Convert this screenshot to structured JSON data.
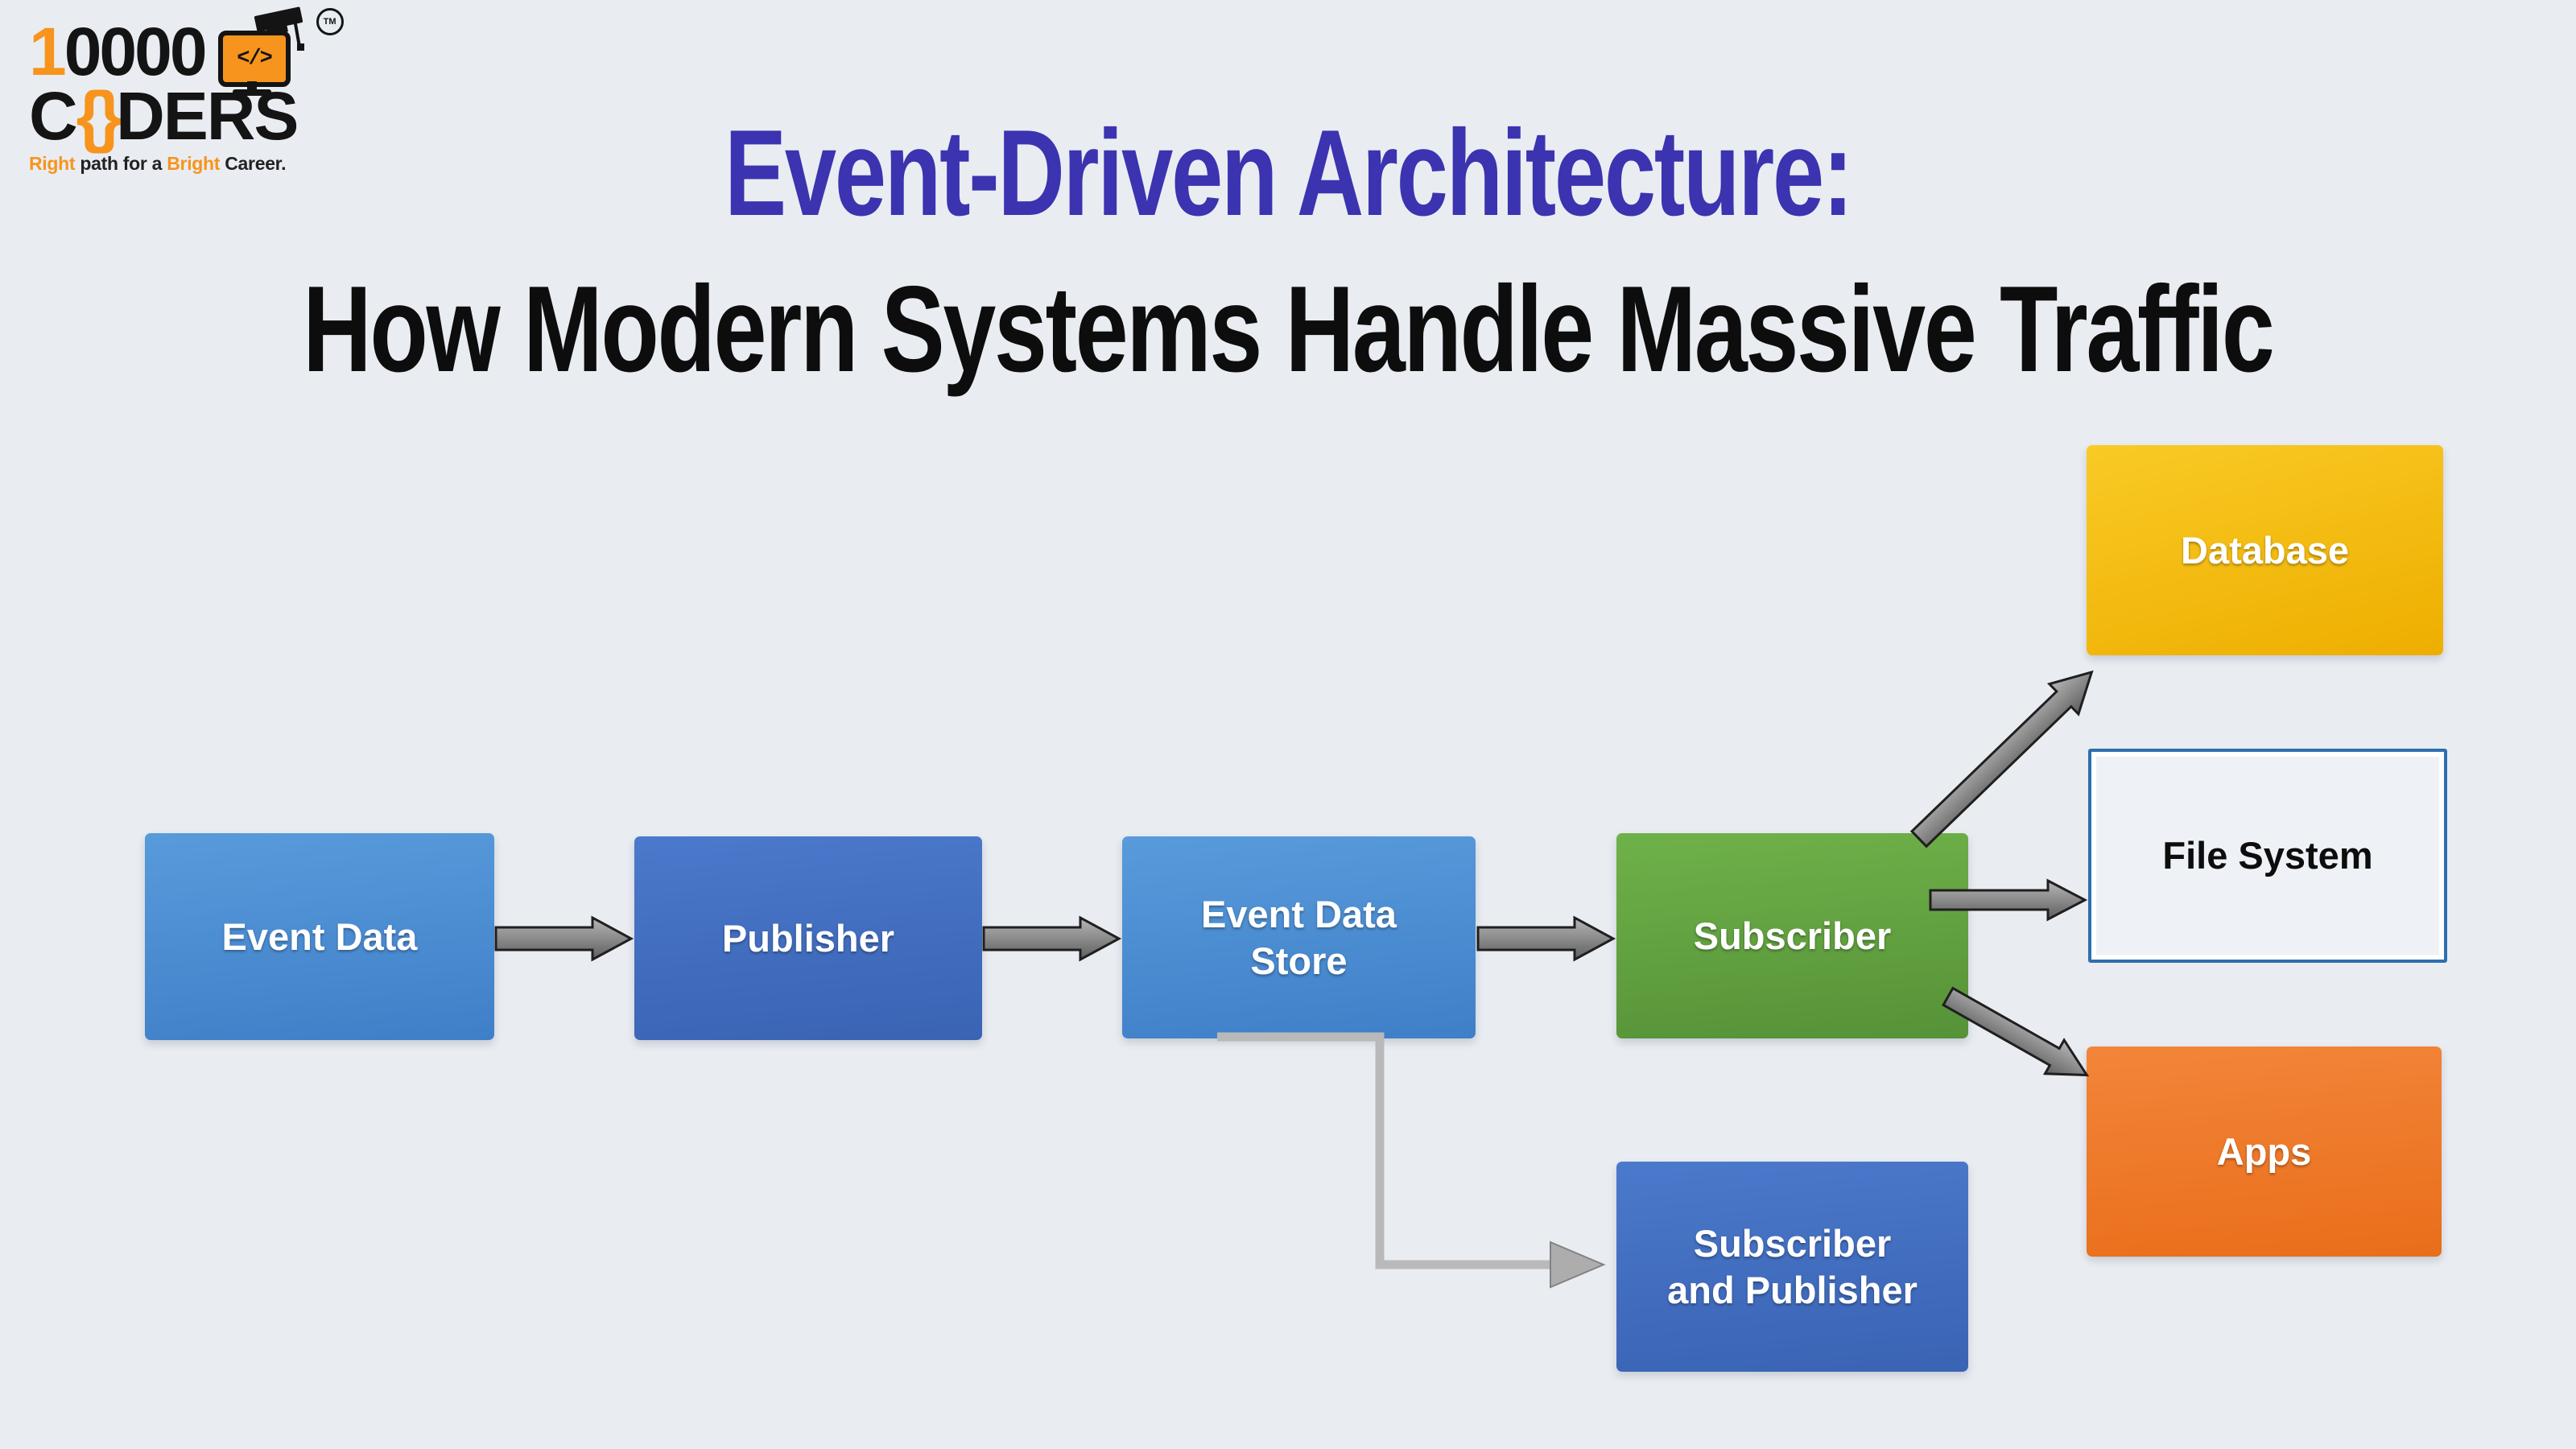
{
  "colors": {
    "background": "#e9edf2",
    "title_accent": "#3c33b0",
    "title_secondary": "#0d0d0d",
    "brand_orange": "#f7941d",
    "brand_black": "#141414",
    "node_blue_light": "#4b8fd5",
    "node_blue_dark": "#4472c4",
    "node_green": "#64a342",
    "node_yellow": "#f5bd10",
    "node_orange_apps": "#ef7a28",
    "file_system_border": "#2f6fae",
    "arrow_gray": "#8a8a8a",
    "elbow_connector_gray": "#b9b9b9"
  },
  "logo": {
    "number_accent": "1",
    "number_rest": "0000",
    "word_prefix": "C",
    "word_braces": "{}",
    "word_rest": "DERS",
    "monitor_code": "</>",
    "trademark": "TM",
    "tagline": [
      {
        "text": "Right",
        "accent": true
      },
      {
        "text": " path for a ",
        "accent": false
      },
      {
        "text": "Bright",
        "accent": true
      },
      {
        "text": " Career.",
        "accent": false
      }
    ]
  },
  "title": {
    "line1": "Event-Driven Architecture:",
    "line2": "How Modern Systems Handle Massive Traffic"
  },
  "diagram": {
    "nodes": [
      {
        "id": "event-data",
        "label": "Event Data",
        "lines": [
          "Event Data"
        ]
      },
      {
        "id": "publisher",
        "label": "Publisher",
        "lines": [
          "Publisher"
        ]
      },
      {
        "id": "event-data-store",
        "label": "Event Data Store",
        "lines": [
          "Event Data",
          "Store"
        ]
      },
      {
        "id": "subscriber",
        "label": "Subscriber",
        "lines": [
          "Subscriber"
        ]
      },
      {
        "id": "database",
        "label": "Database",
        "lines": [
          "Database"
        ]
      },
      {
        "id": "file-system",
        "label": "File System",
        "lines": [
          "File System"
        ]
      },
      {
        "id": "apps",
        "label": "Apps",
        "lines": [
          "Apps"
        ]
      },
      {
        "id": "subscriber-publisher",
        "label": "Subscriber and Publisher",
        "lines": [
          "Subscriber",
          "and Publisher"
        ]
      }
    ],
    "connectors": [
      {
        "from": "event-data",
        "to": "publisher",
        "style": "block-arrow"
      },
      {
        "from": "publisher",
        "to": "event-data-store",
        "style": "block-arrow"
      },
      {
        "from": "event-data-store",
        "to": "subscriber",
        "style": "block-arrow"
      },
      {
        "from": "subscriber",
        "to": "database",
        "style": "block-arrow-diagonal-up"
      },
      {
        "from": "subscriber",
        "to": "file-system",
        "style": "block-arrow"
      },
      {
        "from": "subscriber",
        "to": "apps",
        "style": "block-arrow-diagonal-down"
      },
      {
        "from": "event-data-store",
        "to": "subscriber-publisher",
        "style": "elbow-line-arrow"
      }
    ]
  }
}
